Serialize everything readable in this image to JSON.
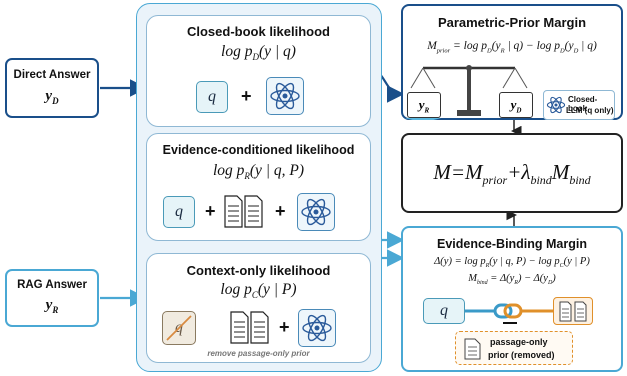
{
  "direct_answer": {
    "title": "Direct Answer",
    "var": "y",
    "sub": "D"
  },
  "rag_answer": {
    "title": "RAG Answer",
    "var": "y",
    "sub": "R"
  },
  "closed_book": {
    "title": "Closed-book likelihood",
    "formula": "log p_D(y | q)",
    "q": "q",
    "plus": "+"
  },
  "evidence_cond": {
    "title": "Evidence-conditioned likelihood",
    "formula": "log p_R(y | q, P)",
    "q": "q",
    "plus1": "+",
    "plus2": "+"
  },
  "context_only": {
    "title": "Context-only likelihood",
    "formula": "log p_C(y | P)",
    "q": "q",
    "plus": "+",
    "note": "remove passage-only prior"
  },
  "prior_margin": {
    "title": "Parametric-Prior Margin",
    "formula": "M_prior = log p_D(y_R | q) − log p_D(y_D | q)",
    "yR": "y_R",
    "yD": "y_D",
    "llm_label_1": "Closed-book",
    "llm_label_2": "LLM (q only)"
  },
  "total": {
    "formula": "M=M_prior+λ_bind M_bind"
  },
  "binding_margin": {
    "title": "Evidence-Binding Margin",
    "formula1": "Δ(y) = log p_R(y | q, P) − log p_C(y | P)",
    "formula2": "M_bind = Δ(y_R) − Δ(y_D)",
    "q": "q",
    "passage_label_1": "passage-only",
    "passage_label_2": "prior (removed)"
  },
  "colors": {
    "dark_blue": "#1a4f8a",
    "teal": "#4aa8d4",
    "panel_bg": "#eaf3fa",
    "orange": "#e0902a"
  }
}
